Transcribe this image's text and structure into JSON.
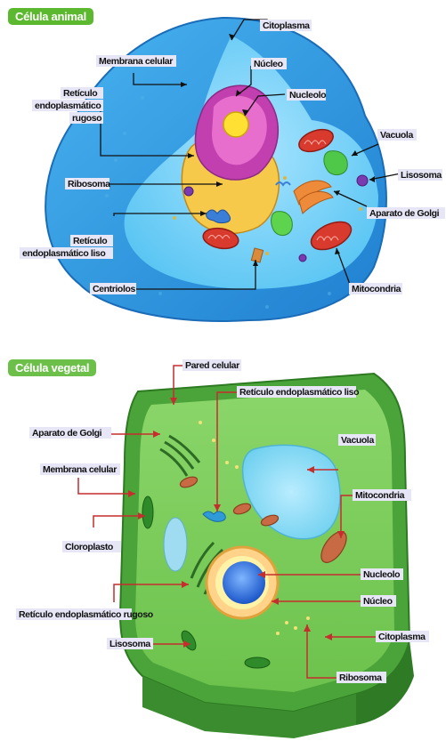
{
  "animal": {
    "title": "Célula animal",
    "badge_color": "#5cb82e",
    "labels": {
      "citoplasma": "Citoplasma",
      "membrana": "Membrana celular",
      "nucleo": "Núcleo",
      "nucleolo": "Nucleolo",
      "rer_1": "Retículo",
      "rer_2": "endoplasmático",
      "rer_3": "rugoso",
      "vacuola": "Vacuola",
      "ribosoma": "Ribosoma",
      "lisosoma": "Lisosoma",
      "golgi": "Aparato de Golgi",
      "rel_1": "Retículo",
      "rel_2": "endoplasmático liso",
      "centriolos": "Centriolos",
      "mitocondria": "Mitocondria"
    }
  },
  "vegetal": {
    "title": "Célula vegetal",
    "badge_color": "#5cb82e",
    "labels": {
      "pared": "Pared celular",
      "rel": "Retículo endoplasmático liso",
      "golgi": "Aparato de Golgi",
      "vacuola": "Vacuola",
      "membrana": "Membrana celular",
      "mitocondria": "Mitocondria",
      "cloroplasto": "Cloroplasto",
      "nucleolo": "Nucleolo",
      "rer": "Retículo endoplasmático rugoso",
      "nucleo": "Núcleo",
      "lisosoma": "Lisosoma",
      "citoplasma": "Citoplasma",
      "ribosoma": "Ribosoma"
    }
  }
}
